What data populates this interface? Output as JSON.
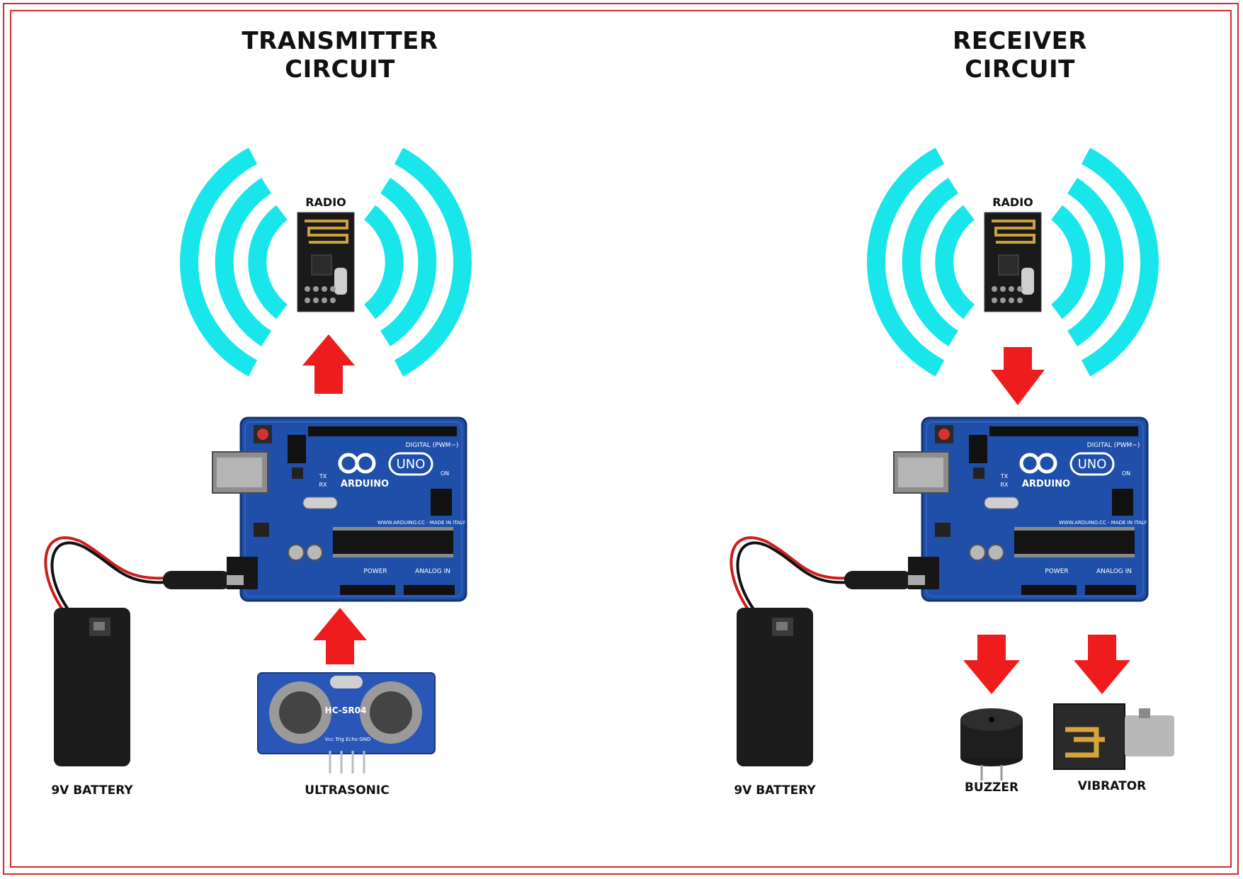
{
  "colors": {
    "frame": "#d42a2a",
    "wave": "#19e6ea",
    "arrow": "#ee1c1c",
    "board": "#1f4fa8",
    "board_dark": "#153a82",
    "radio_pcb": "#1a1a1a",
    "antenna": "#c9a23a",
    "battery": "#1c1c1c",
    "sensor_pcb": "#2a56b8"
  },
  "transmitter": {
    "title_line1": "TRANSMITTER",
    "title_line2": "CIRCUIT",
    "radio_label": "RADIO",
    "battery_label": "9V BATTERY",
    "sensor_label": "ULTRASONIC",
    "sensor_model": "HC-SR04",
    "sensor_pins": "Vcc Trig Echo GND"
  },
  "receiver": {
    "title_line1": "RECEIVER",
    "title_line2": "CIRCUIT",
    "radio_label": "RADIO",
    "battery_label": "9V BATTERY",
    "buzzer_label": "BUZZER",
    "vibrator_label": "VIBRATOR"
  },
  "board": {
    "brand": "ARDUINO",
    "model": "UNO",
    "digital_header": "DIGITAL (PWM~)",
    "power_header": "POWER",
    "analog_header": "ANALOG IN",
    "on_label": "ON",
    "tx_label": "TX",
    "rx_label": "RX",
    "made_in": "WWW.ARDUINO.CC - MADE IN ITALY"
  },
  "icons": {
    "wave": "radio-wave-icon",
    "arrow": "red-arrow-icon"
  }
}
